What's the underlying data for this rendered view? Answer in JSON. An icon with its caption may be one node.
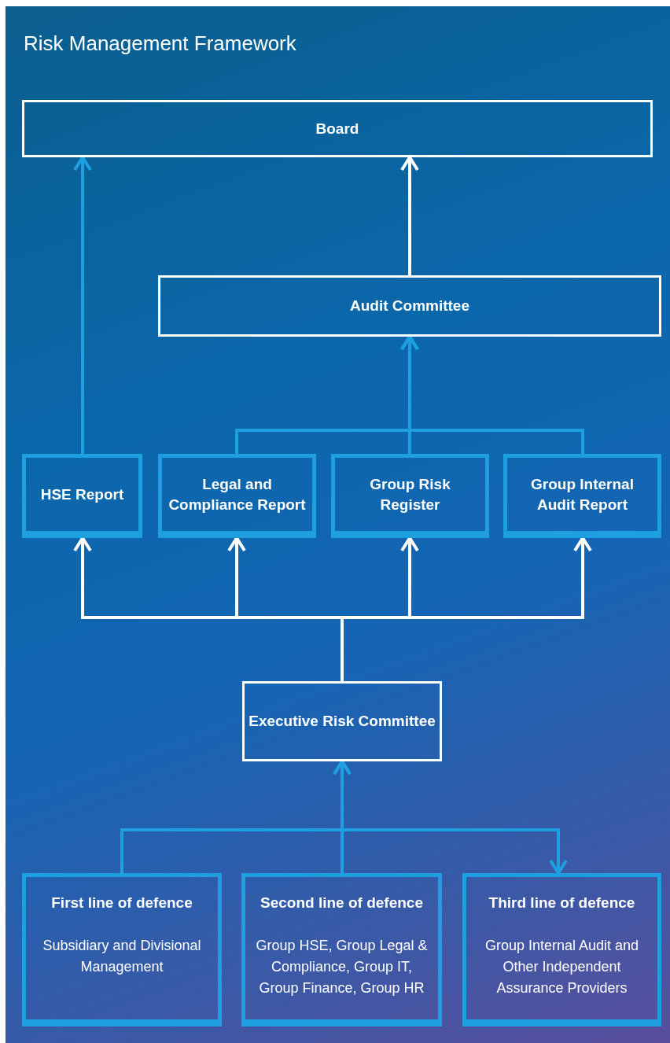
{
  "diagram": {
    "title": "Risk Management Framework",
    "nodes": [
      {
        "text": [
          "Board"
        ]
      },
      {
        "text": [
          "Audit Committee"
        ]
      },
      {
        "text": [
          "HSE Report"
        ]
      },
      {
        "text": [
          "Legal and Compliance Report"
        ]
      },
      {
        "text": [
          "Group Risk Register"
        ]
      },
      {
        "text": [
          "Group Internal Audit Report"
        ]
      },
      {
        "text": [
          "Executive Risk Committee"
        ]
      },
      {
        "text": [
          "First line of defence",
          "Subsidiary and Divisional Management"
        ]
      },
      {
        "text": [
          "Second line of defence",
          "Group HSE, Group Legal & Compliance, Group IT, Group Finance, Group HR"
        ]
      },
      {
        "text": [
          "Third line of defence",
          "Group Internal Audit and Other Independent Assurance Providers"
        ]
      }
    ],
    "edges": [
      {
        "from": 2,
        "to": 0,
        "arrow": "to"
      },
      {
        "from": 1,
        "to": 0,
        "arrow": "to",
        "color": "#ffffff"
      },
      {
        "from": 3,
        "to": 1,
        "arrow": "to"
      },
      {
        "from": 4,
        "to": 1,
        "arrow": "to"
      },
      {
        "from": 5,
        "to": 1,
        "arrow": "to"
      },
      {
        "from": 6,
        "to": 2,
        "arrow": "to",
        "color": "#ffffff"
      },
      {
        "from": 6,
        "to": 3,
        "arrow": "to",
        "color": "#ffffff"
      },
      {
        "from": 6,
        "to": 4,
        "arrow": "to",
        "color": "#ffffff"
      },
      {
        "from": 6,
        "to": 5,
        "arrow": "to",
        "color": "#ffffff"
      },
      {
        "from": 7,
        "to": 6,
        "arrow": "to"
      },
      {
        "from": 8,
        "to": 6,
        "arrow": "to"
      },
      {
        "from": 6,
        "to": 9,
        "arrow": "to"
      }
    ]
  }
}
